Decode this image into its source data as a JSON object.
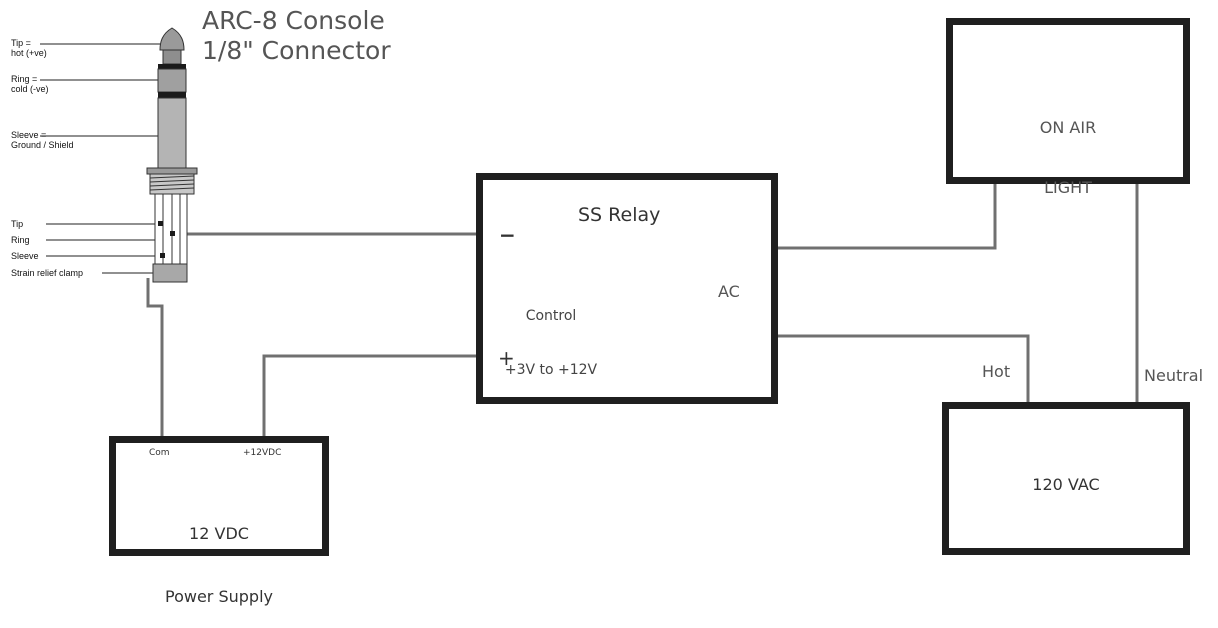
{
  "connector": {
    "title_line1": "ARC-8 Console",
    "title_line2": "1/8\" Connector",
    "tip_label": "Tip =\nhot (+ve)",
    "ring_label": "Ring =\ncold (-ve)",
    "sleeve_label": "Sleeve =\nGround / Shield",
    "tip_short": "Tip",
    "ring_short": "Ring",
    "sleeve_short": "Sleeve",
    "clamp_label": "Strain relief clamp"
  },
  "relay": {
    "title": "SS Relay",
    "control_line1": "Control",
    "control_line2": "+3V to +12V",
    "ac_label": "AC",
    "minus_symbol": "−",
    "plus_symbol": "+"
  },
  "on_air": {
    "line1": "ON AIR",
    "line2": "LIGHT"
  },
  "mains": {
    "label": "120 VAC",
    "hot_label": "Hot",
    "neutral_label": "Neutral"
  },
  "power_supply": {
    "line1": "12 VDC",
    "line2": "Power Supply",
    "com_label": "Com",
    "plus_label": "+12VDC"
  },
  "colors": {
    "wire": "#707070",
    "box_border": "#1f1f1f",
    "text": "#3a3a3a"
  }
}
